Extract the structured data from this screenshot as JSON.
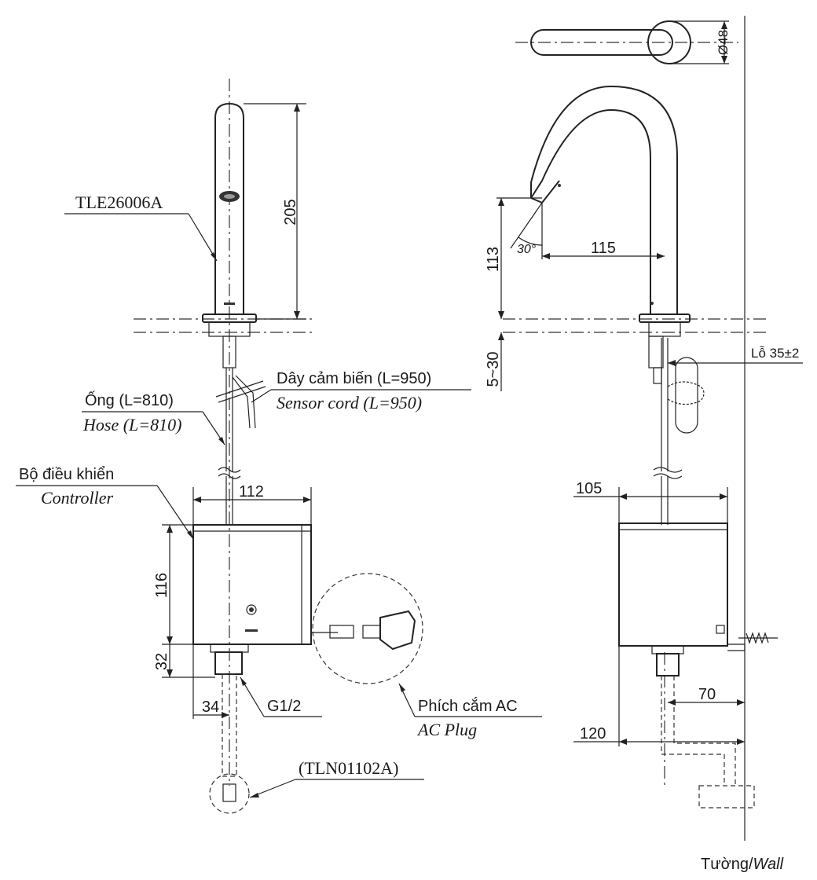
{
  "labels": {
    "model": "TLE26006A",
    "sensor_cord_vi": "Dây cảm biến (L=950)",
    "sensor_cord_en": "Sensor cord (L=950)",
    "hose_vi": "Ống (L=810)",
    "hose_en": "Hose (L=810)",
    "controller_vi": "Bộ điều khiển",
    "controller_en": "Controller",
    "thread": "G1/2",
    "ac_plug_vi": "Phích cắm AC",
    "ac_plug_en": "AC Plug",
    "part_code": "(TLN01102A)",
    "hole": "Lỗ 35±2",
    "wall_vi": "Tường/",
    "wall_en": "Wall"
  },
  "dimensions": {
    "spout_height": "205",
    "controller_width_front": "112",
    "controller_height": "116",
    "bottom_fitting": "32",
    "fitting_offset": "34",
    "diameter": "Ø48",
    "spout_reach": "115",
    "spout_drop": "113",
    "angle": "30°",
    "deck_range": "5~30",
    "controller_width_side": "105",
    "wall_offset_70": "70",
    "wall_offset_120": "120"
  }
}
